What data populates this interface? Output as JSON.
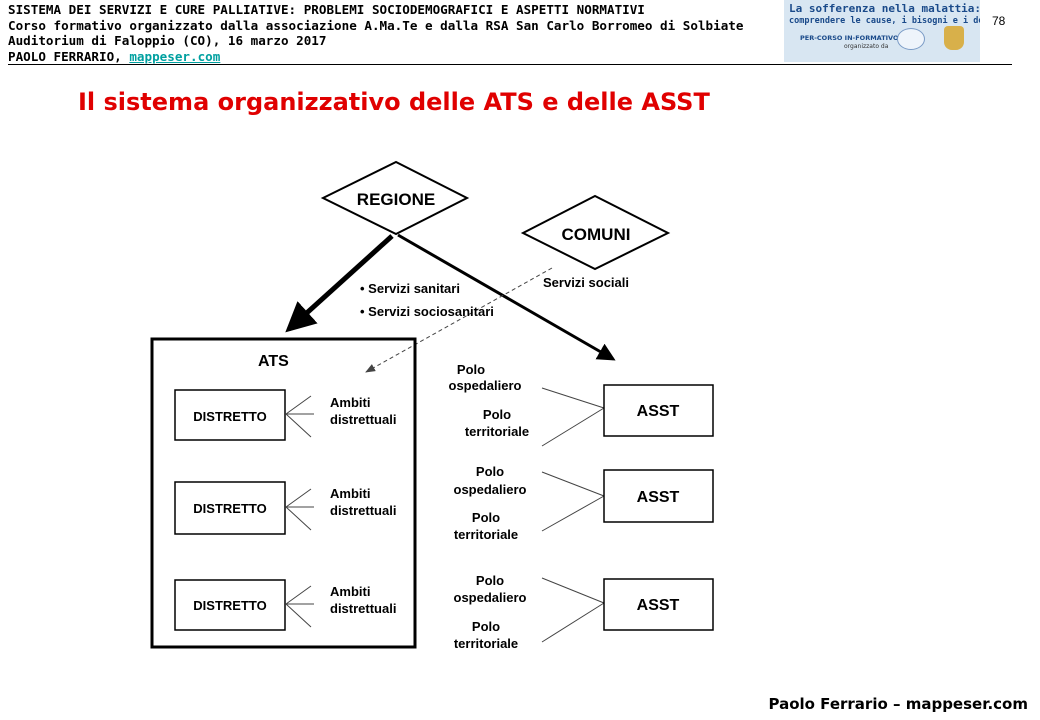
{
  "header": {
    "line1": "SISTEMA DEI SERVIZI E CURE PALLIATIVE: PROBLEMI SOCIODEMOGRAFICI E ASPETTI NORMATIVI",
    "line2": "Corso formativo organizzato dalla associazione  A.Ma.Te  e dalla RSA San Carlo Borromeo di Solbiate",
    "line3": "Auditorium  di Faloppio (CO), 16 marzo 2017",
    "author": "PAOLO FERRARIO, ",
    "link": " mappeser.com"
  },
  "banner": {
    "line1": "La sofferenza nella malattia:",
    "line2": "comprendere le cause, i bisogni e i desideri",
    "line3": "PER-CORSO IN-FORMATIVO",
    "line4": "organizzato da"
  },
  "page_number": "78",
  "title": "Il sistema organizzativo delle ATS e delle ASST",
  "diagram": {
    "regione": "REGIONE",
    "comuni": "COMUNI",
    "servizi_sociali": "Servizi sociali",
    "servizi_list": [
      "• Servizi sanitari",
      "• Servizi sociosanitari"
    ],
    "ats_label": "ATS",
    "distretto": "DISTRETTO",
    "ambiti": [
      "Ambiti",
      "distrettuali"
    ],
    "asst": "ASST",
    "polo_osp": [
      "Polo",
      "ospedaliero"
    ],
    "polo_terr": [
      "Polo",
      "territoriale"
    ]
  },
  "footer": "Paolo Ferrario – mappeser.com"
}
